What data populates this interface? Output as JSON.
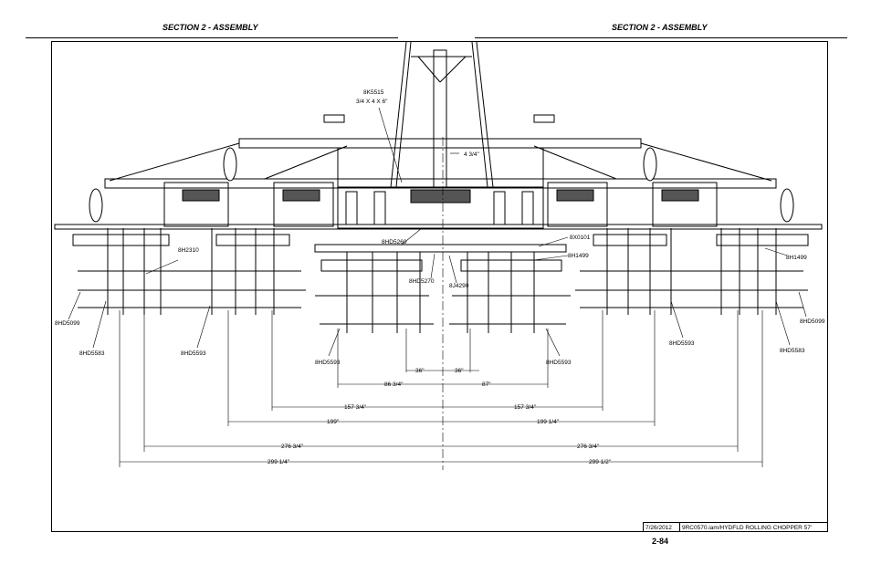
{
  "header": {
    "left_title": "SECTION 2 - ASSEMBLY",
    "right_title": "SECTION 2 - ASSEMBLY"
  },
  "part_labels": {
    "bolt": "8K5515",
    "bolt_size": "3/4 X 4 X 6\"",
    "d_4_3_4": "4 3/4\"",
    "p8HD5260": "8HD5260",
    "p8X0101": "8X0101",
    "p8H1499_c": "8H1499",
    "p8H2310": "8H2310",
    "p8H1499_r": "8H1499",
    "p8HD5270": "8HD5270",
    "p8J4290": "8J4290",
    "p8HD5099_l": "8HD5099",
    "p8HD5099_r": "8HD5099",
    "p8HD5583_l": "8HD5583",
    "p8HD5593_l": "8HD5593",
    "p8HD5593_cl": "8HD5593",
    "p8HD5593_cr": "8HD5593",
    "p8HD5593_r": "8HD5593",
    "p8HD5583_r": "8HD5583"
  },
  "dimensions": {
    "l1": "36\"",
    "r1": "36\"",
    "l2": "86 3/4\"",
    "r2": "87\"",
    "l3": "157 3/4\"",
    "r3": "157 3/4\"",
    "l4": "199\"",
    "r4": "199 1/4\"",
    "l5": "276 3/4\"",
    "r5": "276 3/4\"",
    "l6": "299 1/4\"",
    "r6": "299 1/2\""
  },
  "title_block": {
    "date": "7/26/2012",
    "file": "9RC0570.iam/HYDFLD ROLLING CHOPPER 57'"
  },
  "page_number": "2-84"
}
